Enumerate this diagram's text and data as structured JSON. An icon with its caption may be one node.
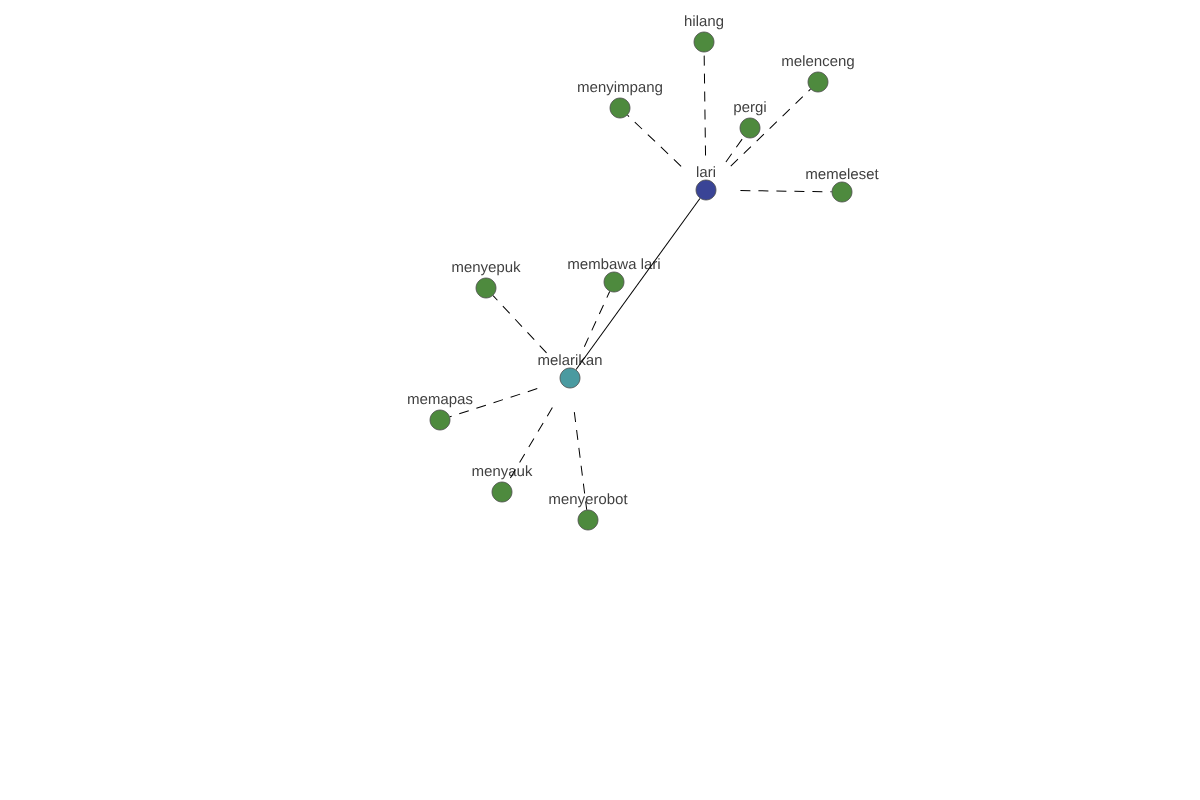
{
  "diagram": {
    "nodes": [
      {
        "text": [
          "lari"
        ]
      },
      {
        "text": [
          "hilang"
        ]
      },
      {
        "text": [
          "menyimpang"
        ]
      },
      {
        "text": [
          "pergi"
        ]
      },
      {
        "text": [
          "melenceng"
        ]
      },
      {
        "text": [
          "memeleset"
        ]
      },
      {
        "text": [
          "melarikan"
        ]
      },
      {
        "text": [
          "menyepuk"
        ]
      },
      {
        "text": [
          "membawa lari"
        ]
      },
      {
        "text": [
          "memapas"
        ]
      },
      {
        "text": [
          "menyauk"
        ]
      },
      {
        "text": [
          "menyerobot"
        ]
      }
    ],
    "edges": [
      {
        "from": 0,
        "to": 1,
        "arrow": "none",
        "style": "dashed"
      },
      {
        "from": 0,
        "to": 2,
        "arrow": "none",
        "style": "dashed"
      },
      {
        "from": 0,
        "to": 3,
        "arrow": "none",
        "style": "dashed"
      },
      {
        "from": 0,
        "to": 4,
        "arrow": "none",
        "style": "dashed"
      },
      {
        "from": 0,
        "to": 5,
        "arrow": "none",
        "style": "dashed"
      },
      {
        "from": 0,
        "to": 6,
        "arrow": "none"
      },
      {
        "from": 6,
        "to": 7,
        "arrow": "none",
        "style": "dashed"
      },
      {
        "from": 6,
        "to": 8,
        "arrow": "none",
        "style": "dashed"
      },
      {
        "from": 6,
        "to": 9,
        "arrow": "none",
        "style": "dashed"
      },
      {
        "from": 6,
        "to": 10,
        "arrow": "none",
        "style": "dashed"
      },
      {
        "from": 6,
        "to": 11,
        "arrow": "none",
        "style": "dashed"
      }
    ]
  }
}
